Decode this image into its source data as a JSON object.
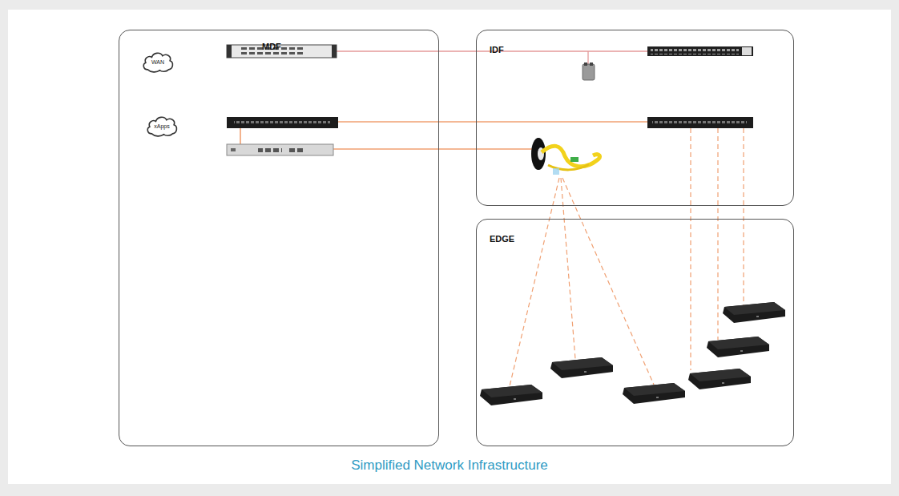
{
  "diagram": {
    "caption": "Simplified Network Infrastructure",
    "nodes": [
      {
        "text": [
          "MDF"
        ]
      },
      {
        "text": [
          "IDF"
        ]
      },
      {
        "text": [
          "EDGE"
        ]
      },
      {
        "text": [
          "WAN"
        ],
        "in": 0
      },
      {
        "text": [
          "xApps"
        ],
        "in": 0
      }
    ]
  }
}
